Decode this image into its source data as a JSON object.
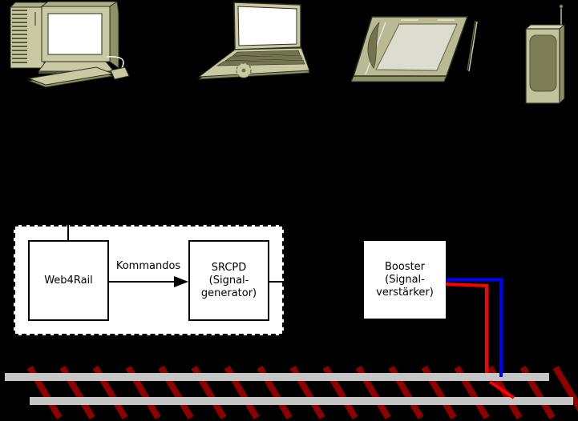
{
  "boxes": {
    "web4rail": {
      "label": "Web4Rail"
    },
    "srcpd": {
      "lines": [
        "SRCPD",
        "(Signal-",
        "generator)"
      ]
    },
    "booster": {
      "lines": [
        "Booster",
        "(Signal-",
        "verstärker)"
      ]
    }
  },
  "arrow": {
    "label": "Kommandos"
  },
  "icons": {
    "devices": [
      "desktop-computer-icon",
      "laptop-icon",
      "pda-icon",
      "mobile-phone-icon"
    ],
    "track": "railroad-track-icon"
  },
  "colors": {
    "background": "#000000",
    "wire_red": "#ff0000",
    "wire_blue": "#0000ff",
    "rail_gray": "#c6c6c6",
    "tie_dark_red": "#8e0000",
    "device_body_khaki": "#c9c9a4",
    "device_shadow_olive": "#73734d"
  }
}
